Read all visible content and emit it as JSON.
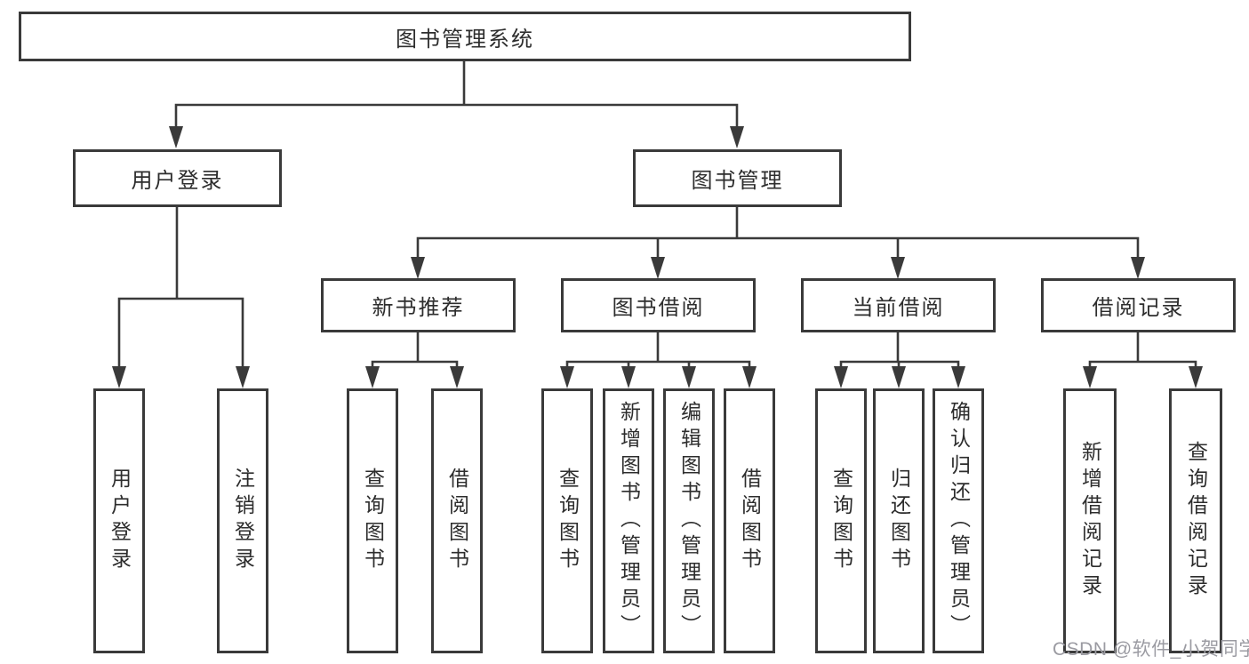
{
  "tree": {
    "root": {
      "label": "图书管理系统",
      "children": [
        {
          "label": "用户登录",
          "children": [
            {
              "label": "用户登录"
            },
            {
              "label": "注销登录"
            }
          ]
        },
        {
          "label": "图书管理",
          "children": [
            {
              "label": "新书推荐",
              "children": [
                {
                  "label": "查询图书"
                },
                {
                  "label": "借阅图书"
                }
              ]
            },
            {
              "label": "图书借阅",
              "children": [
                {
                  "label": "查询图书"
                },
                {
                  "label": "新增图书（管理员）"
                },
                {
                  "label": "编辑图书（管理员）"
                },
                {
                  "label": "借阅图书"
                }
              ]
            },
            {
              "label": "当前借阅",
              "children": [
                {
                  "label": "查询图书"
                },
                {
                  "label": "归还图书"
                },
                {
                  "label": "确认归还（管理员）"
                }
              ]
            },
            {
              "label": "借阅记录",
              "children": [
                {
                  "label": "新增借阅记录"
                },
                {
                  "label": "查询借阅记录"
                }
              ]
            }
          ]
        }
      ]
    }
  },
  "watermark": {
    "text": "CSDN @软件_小贺同学"
  },
  "colors": {
    "line": "#3a3a3a",
    "text": "#2d2d2d",
    "watermark": "#9b9ba2",
    "background": "#ffffff"
  }
}
